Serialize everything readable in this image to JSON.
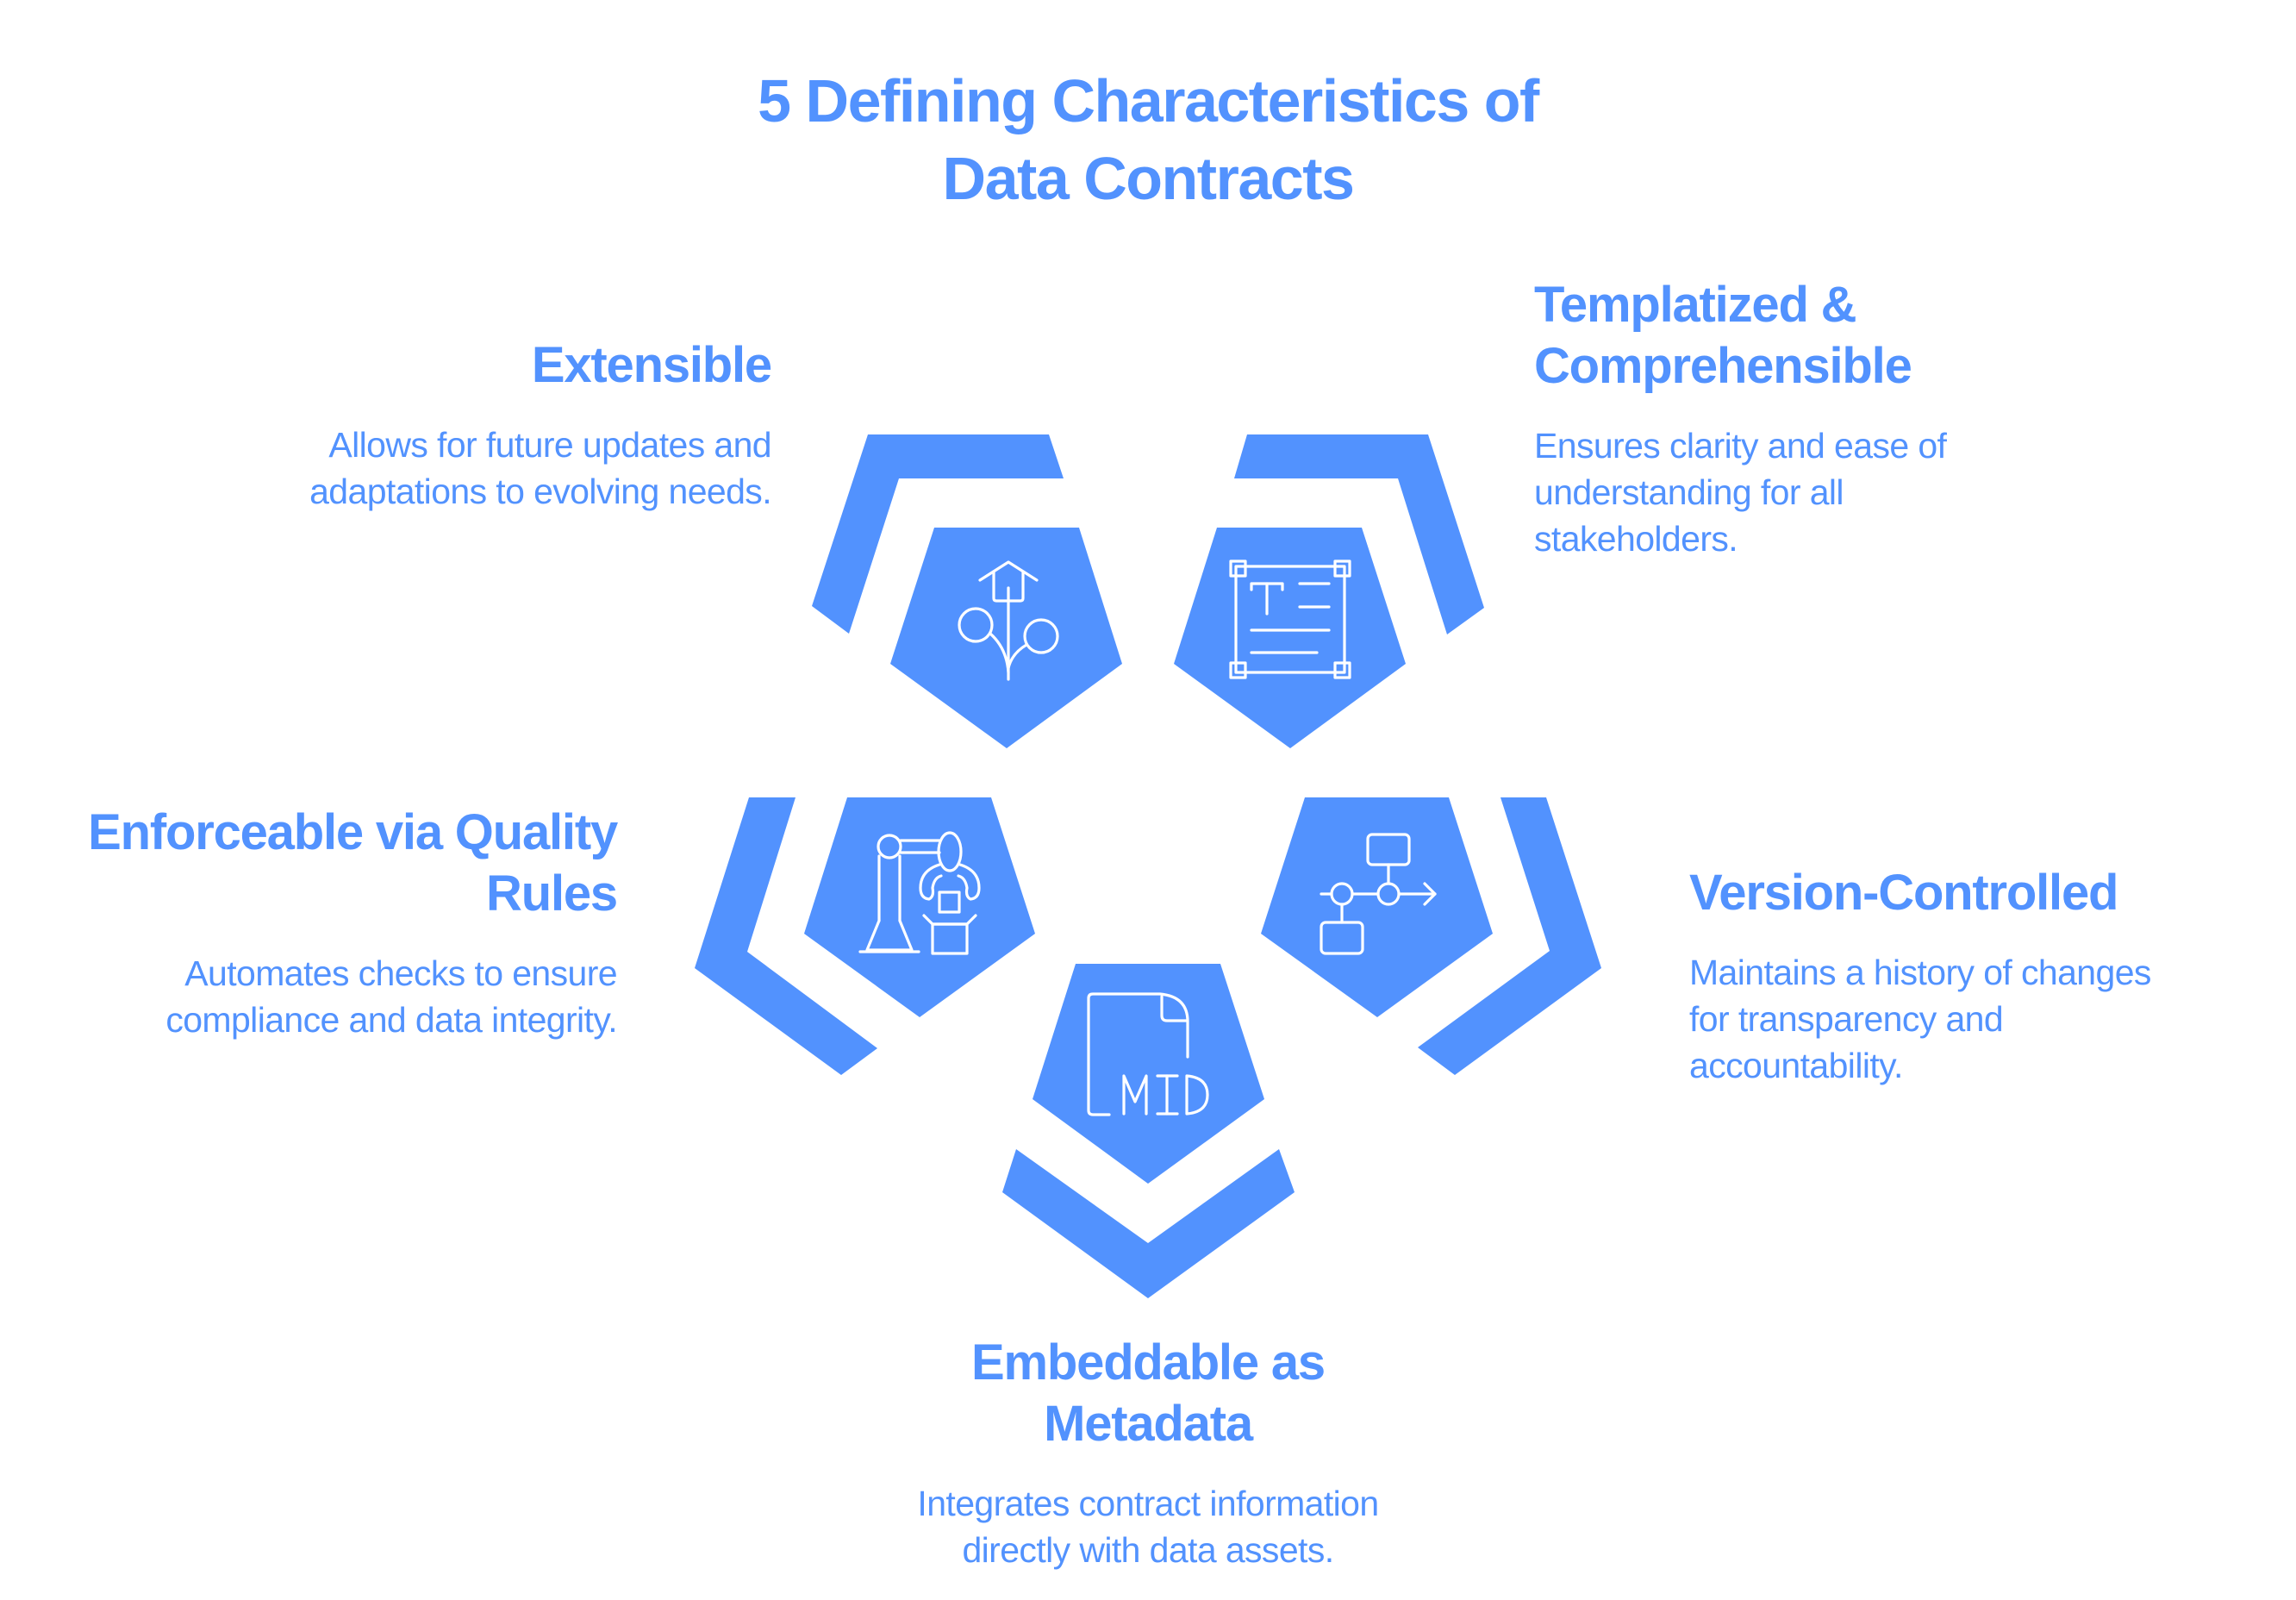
{
  "title": {
    "line1": "5 Defining Characteristics of",
    "line2": "Data Contracts"
  },
  "colors": {
    "accent": "#5292FE",
    "icon_stroke": "#FFFFFF",
    "background": "#FFFFFF"
  },
  "characteristics": [
    {
      "id": "extensible",
      "heading": [
        "Extensible"
      ],
      "description": [
        "Allows for future updates and",
        "adaptations to evolving needs."
      ],
      "icon": "growth-house-plant-icon",
      "position": "top-left"
    },
    {
      "id": "templatized",
      "heading": [
        "Templatized &",
        "Comprehensible"
      ],
      "description": [
        "Ensures clarity and ease of",
        "understanding for all",
        "stakeholders."
      ],
      "icon": "text-template-frame-icon",
      "position": "top-right"
    },
    {
      "id": "enforceable",
      "heading": [
        "Enforceable via Quality",
        "Rules"
      ],
      "description": [
        "Automates checks to ensure",
        "compliance and data integrity."
      ],
      "icon": "robot-arm-packaging-icon",
      "position": "middle-left"
    },
    {
      "id": "version-controlled",
      "heading": [
        "Version-Controlled"
      ],
      "description": [
        "Maintains a history of changes",
        "for transparency and",
        "accountability."
      ],
      "icon": "version-branch-flow-icon",
      "position": "middle-right"
    },
    {
      "id": "embeddable",
      "heading": [
        "Embeddable as",
        "Metadata"
      ],
      "description": [
        "Integrates contract information",
        "directly with data assets."
      ],
      "icon": "mid-file-document-icon",
      "icon_label": "MID",
      "position": "bottom"
    }
  ]
}
